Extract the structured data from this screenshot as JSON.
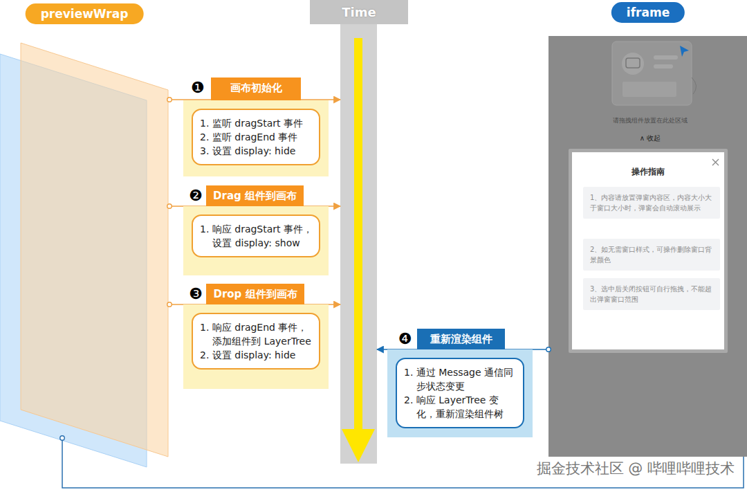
{
  "diagram": {
    "nodes": [
      {
        "text": [
          "previewWrap"
        ]
      },
      {
        "text": [
          "Time"
        ]
      },
      {
        "text": [
          "iframe"
        ]
      },
      {
        "text": [
          "操作指南"
        ],
        "in": 2
      },
      {
        "text": [
          "1、内容请放置弹窗内容区，内容大小大于窗口大小时，弹窗会自动滚动展示"
        ],
        "in": 3
      },
      {
        "text": [
          "2、如无需窗口样式，可操作删除窗口背景颜色"
        ],
        "in": 3
      },
      {
        "text": [
          "3、选中后关闭按钮可自行拖拽，不能超出弹窗窗口范围"
        ],
        "in": 3
      },
      {
        "text": [
          "画布初始化"
        ]
      },
      {
        "text": [
          "1. 监听 dragStart 事件",
          "2. 监听 dragEnd 事件",
          "3. 设置 display: hide"
        ]
      },
      {
        "text": [
          "Drag 组件到画布"
        ]
      },
      {
        "text": [
          "1. 响应 dragStart 事件，设置 display: show"
        ]
      },
      {
        "text": [
          "Drop 组件到画布"
        ]
      },
      {
        "text": [
          "1. 响应 dragEnd 事件，添加组件到 LayerTree",
          "2. 设置 display: hide"
        ]
      },
      {
        "text": [
          "重新渲染组件"
        ]
      },
      {
        "text": [
          "1. 通过 Message 通信同步状态变更",
          "2. 响应 LayerTree 变化，重新渲染组件树"
        ]
      }
    ],
    "edges": [
      {
        "from": 0,
        "to": 1,
        "arrow": "to"
      },
      {
        "from": 0,
        "to": 1,
        "arrow": "to"
      },
      {
        "from": 0,
        "to": 1,
        "arrow": "to"
      },
      {
        "from": 2,
        "to": 1,
        "arrow": "to"
      },
      {
        "from": 0,
        "to": 2,
        "arrow": "none"
      }
    ],
    "labels": [
      "❶",
      "❷",
      "❸",
      "❹",
      "请拖拽组件放置在此处区域",
      "∧ 收起",
      "掘金技术社区 @ 哔哩哔哩技术"
    ]
  }
}
